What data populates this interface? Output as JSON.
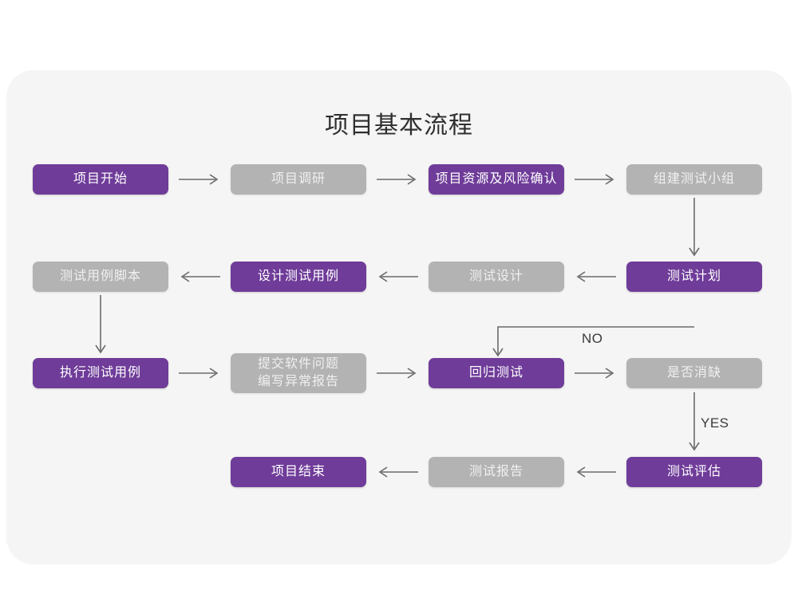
{
  "title": "项目基本流程",
  "colors": {
    "purple": "#6f3c99",
    "gray": "#b3b3b3",
    "panel": "#f5f5f5",
    "page": "#ffffff",
    "connector": "#6b6b6b",
    "title_text": "#2f2f2f"
  },
  "nodes": [
    {
      "id": "n1",
      "label": "项目开始",
      "style": "purple"
    },
    {
      "id": "n2",
      "label": "项目调研",
      "style": "gray"
    },
    {
      "id": "n3",
      "label": "项目资源及风险确认",
      "style": "purple"
    },
    {
      "id": "n4",
      "label": "组建测试小组",
      "style": "gray"
    },
    {
      "id": "n5",
      "label": "测试计划",
      "style": "purple"
    },
    {
      "id": "n6",
      "label": "测试设计",
      "style": "gray"
    },
    {
      "id": "n7",
      "label": "设计测试用例",
      "style": "purple"
    },
    {
      "id": "n8",
      "label": "测试用例脚本",
      "style": "gray"
    },
    {
      "id": "n9",
      "label": "执行测试用例",
      "style": "purple"
    },
    {
      "id": "n10",
      "label": "提交软件问题\n编写异常报告",
      "style": "gray"
    },
    {
      "id": "n11",
      "label": "回归测试",
      "style": "purple"
    },
    {
      "id": "n12",
      "label": "是否消缺",
      "style": "gray"
    },
    {
      "id": "n13",
      "label": "测试评估",
      "style": "purple"
    },
    {
      "id": "n14",
      "label": "测试报告",
      "style": "gray"
    },
    {
      "id": "n15",
      "label": "项目结束",
      "style": "purple"
    }
  ],
  "edge_labels": {
    "no": "NO",
    "yes": "YES"
  }
}
